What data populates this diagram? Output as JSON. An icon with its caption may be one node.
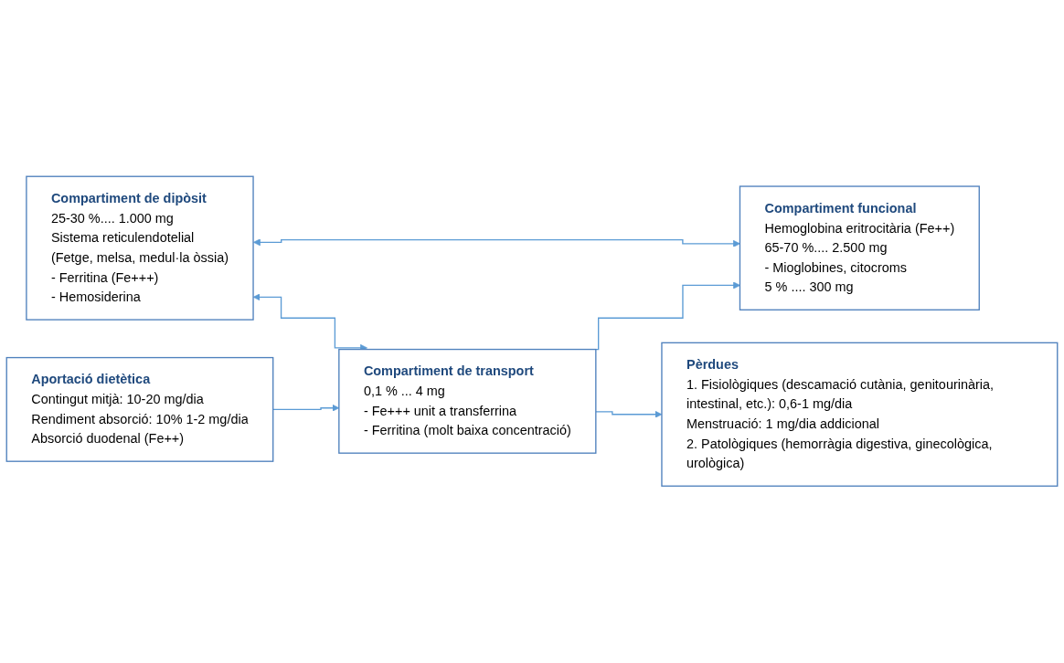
{
  "diagram": {
    "nodes": [
      {
        "text": [
          "Compartiment de dipòsit",
          "25-30 %.... 1.000 mg",
          "Sistema reticulendotelial",
          "(Fetge, melsa, medul·la òssia)",
          "- Ferritina  (Fe+++)",
          "- Hemosiderina"
        ]
      },
      {
        "text": [
          "Aportació dietètica",
          "Contingut mitjà: 10-20 mg/dia",
          "Rendiment absorció: 10% 1-2 mg/dia",
          "Absorció duodenal (Fe++)"
        ]
      },
      {
        "text": [
          "Compartiment de transport",
          "0,1 % ... 4 mg",
          "- Fe+++ unit a transferrina",
          "- Ferritina (molt baixa concentració)"
        ]
      },
      {
        "text": [
          "Compartiment funcional",
          "Hemoglobina eritrocitària (Fe++)",
          "65-70 %.... 2.500 mg",
          "- Mioglobines, citocroms",
          "5 % .... 300 mg"
        ]
      },
      {
        "text": [
          "Pèrdues",
          "1. Fisiològiques (descamació cutània, genitourinària, intestinal, etc.): 0,6-1 mg/dia",
          "Menstruació: 1 mg/dia addicional",
          "2. Patològiques (hemorràgia digestiva, ginecològica, urològica)"
        ]
      }
    ],
    "edges": [
      {
        "from": 0,
        "to": 2,
        "arrow": "both"
      },
      {
        "from": 1,
        "to": 2,
        "arrow": "to"
      },
      {
        "from": 0,
        "to": 3,
        "arrow": "both"
      },
      {
        "from": 2,
        "to": 3,
        "arrow": "to"
      },
      {
        "from": 2,
        "to": 4,
        "arrow": "to"
      }
    ]
  }
}
